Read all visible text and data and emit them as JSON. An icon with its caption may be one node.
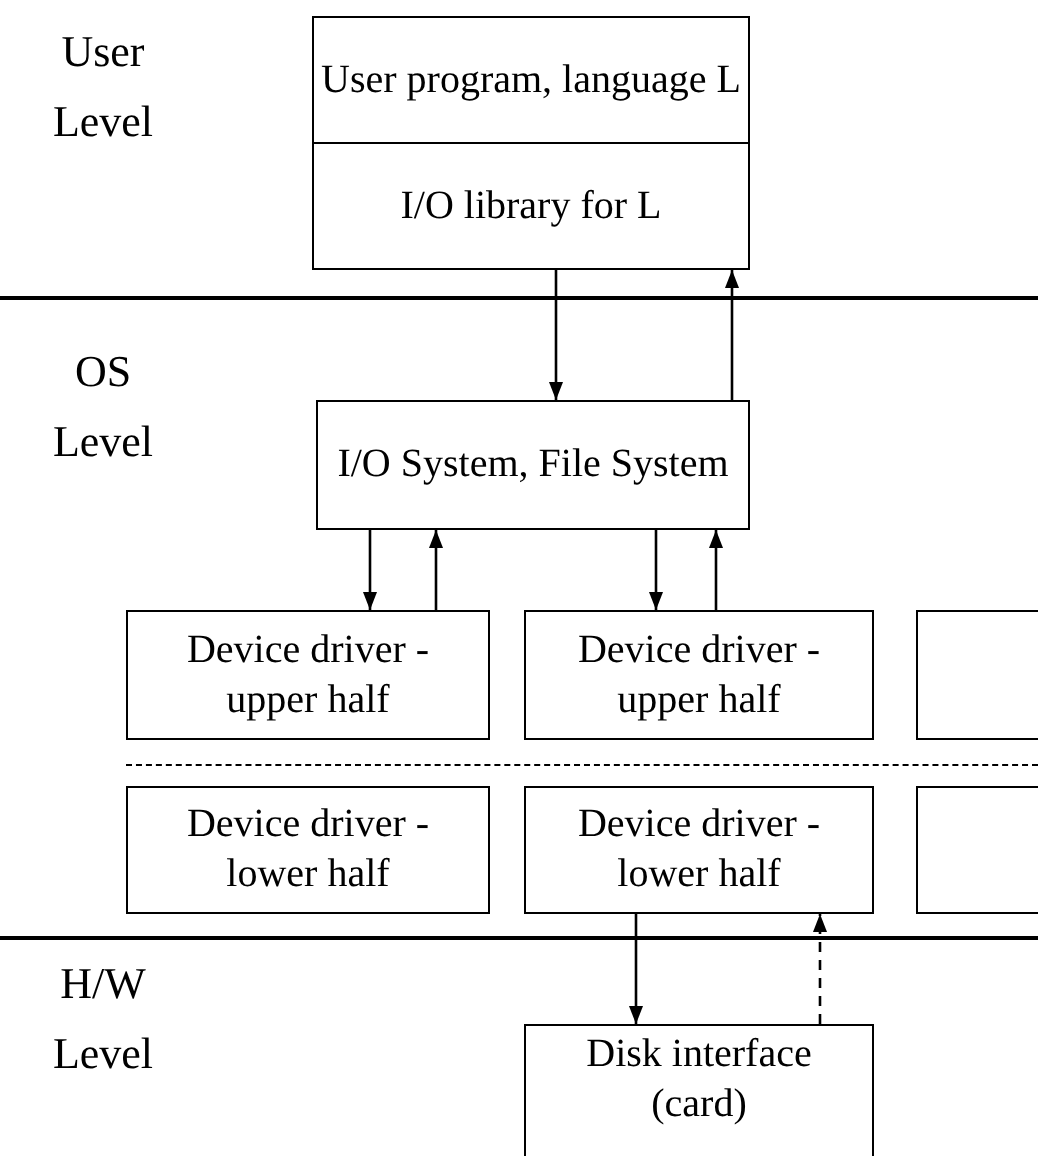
{
  "diagram": {
    "nodes": [
      {
        "text": [
          "User program, language L"
        ]
      },
      {
        "text": [
          "I/O library for L"
        ]
      },
      {
        "text": [
          "I/O System, File System"
        ]
      },
      {
        "text": [
          "Device driver - upper half"
        ]
      },
      {
        "text": [
          "Device driver - upper half"
        ]
      },
      {
        "text": [],
        "shape": "box"
      },
      {
        "text": [
          "Device driver - lower half"
        ]
      },
      {
        "text": [
          "Device driver - lower half"
        ]
      },
      {
        "text": [],
        "shape": "box"
      },
      {
        "text": [
          "Disk interface (card)"
        ]
      }
    ],
    "edges": [
      {
        "from": 1,
        "to": 2,
        "arrow": "to"
      },
      {
        "from": 2,
        "to": 1,
        "arrow": "to"
      },
      {
        "from": 2,
        "to": 3,
        "arrow": "to"
      },
      {
        "from": 3,
        "to": 2,
        "arrow": "to"
      },
      {
        "from": 2,
        "to": 4,
        "arrow": "to"
      },
      {
        "from": 4,
        "to": 2,
        "arrow": "to"
      },
      {
        "from": 7,
        "to": 9,
        "arrow": "to"
      },
      {
        "from": 9,
        "to": 7,
        "arrow": "to",
        "style": "dashed"
      }
    ],
    "labels": [
      "User Level",
      "OS Level",
      "H/W Level"
    ]
  }
}
